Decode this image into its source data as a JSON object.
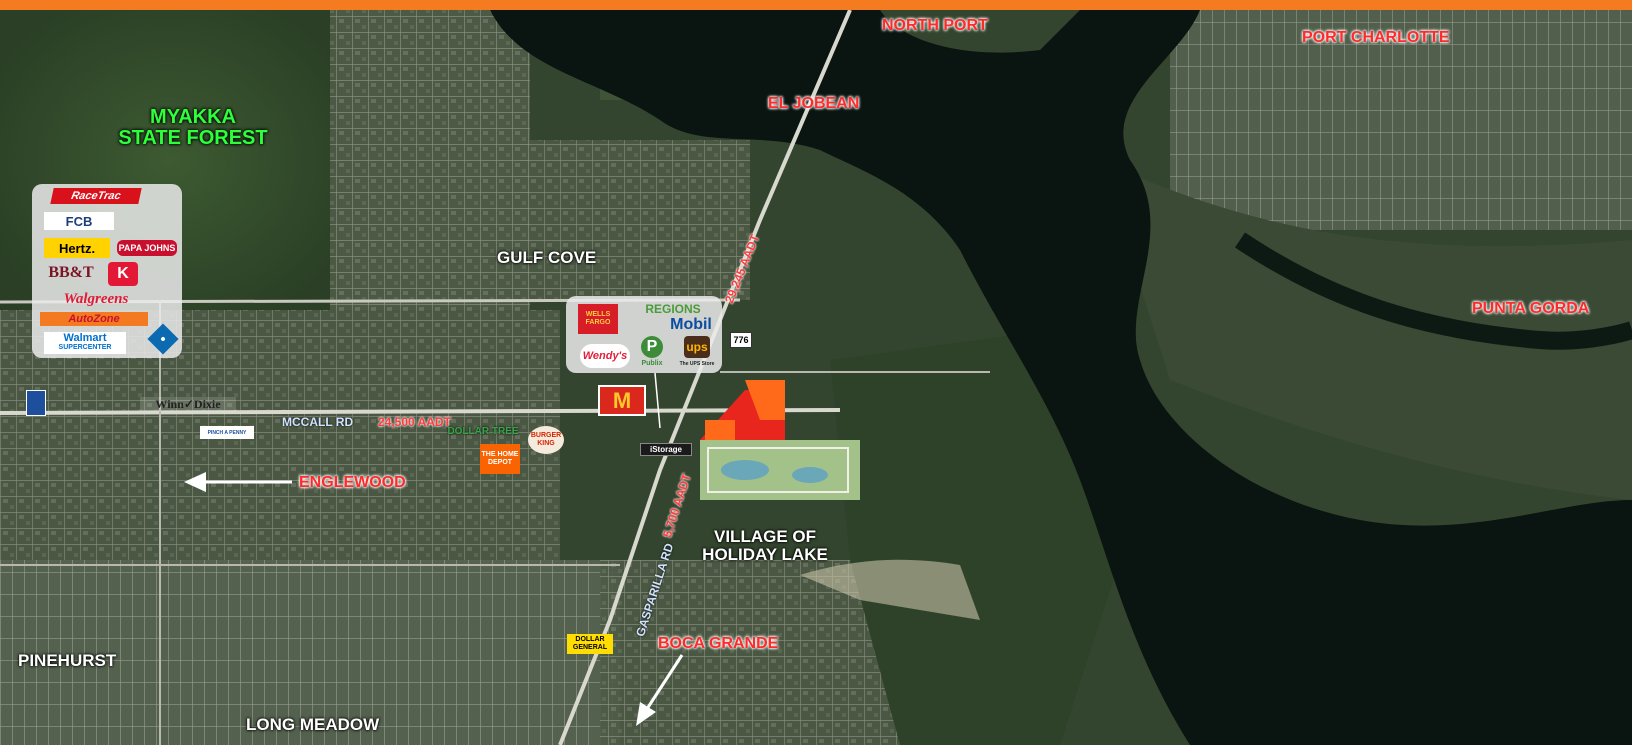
{
  "colors": {
    "accent_bar": "#f47b20",
    "place_label": "#ff2a2a",
    "forest_label": "#2dff3a",
    "water": "#0a1410",
    "land": "#2c3f2a",
    "development_orange": "#ff6a1a",
    "development_red": "#e8261e"
  },
  "places": {
    "north_port": "NORTH PORT",
    "port_charlotte": "PORT CHARLOTTE",
    "el_jobean": "EL JOBEAN",
    "punta_gorda": "PUNTA GORDA",
    "englewood": "ENGLEWOOD",
    "boca_grande": "BOCA GRANDE"
  },
  "areas": {
    "myakka_line1": "MYAKKA",
    "myakka_line2": "STATE FOREST",
    "gulf_cove": "GULF COVE",
    "village_line1": "VILLAGE OF",
    "village_line2": "HOLIDAY LAKE",
    "pinehurst": "PINEHURST",
    "long_meadow": "LONG MEADOW"
  },
  "roads": {
    "mccall": "MCCALL RD",
    "gasparilla": "GASPARILLA RD",
    "route_shield": "776"
  },
  "traffic": {
    "mccall_aadt": "24,500 AADT",
    "route776_aadt": "29,245 AADT",
    "gasparilla_aadt": "5,700 AADT"
  },
  "left_panel": {
    "racetrac": "RaceTrac",
    "fcb": "FCB",
    "hertz": "Hertz.",
    "papa_johns": "PAPA JOHNS",
    "bbt": "BB&T",
    "circle_k": "K",
    "walgreens": "Walgreens",
    "autozone": "AutoZone",
    "walmart": "Walmart",
    "walmart_sub": "SUPERCENTER"
  },
  "center_panel": {
    "wells_fargo": "WELLS FARGO",
    "regions": "REGIONS",
    "mobil": "Mobil",
    "wendys": "Wendy's",
    "publix_mark": "P",
    "publix": "Publix",
    "ups": "ups",
    "ups_store": "The UPS Store"
  },
  "map_logos": {
    "winn_dixie": "Winn✓Dixie",
    "pinch": "PINCH A PENNY",
    "dollar_tree": "DOLLAR TREE",
    "home_depot": "THE HOME DEPOT",
    "burger_king": "BURGER KING",
    "istorage": "iStorage",
    "dollar_general": "DOLLAR GENERAL"
  }
}
